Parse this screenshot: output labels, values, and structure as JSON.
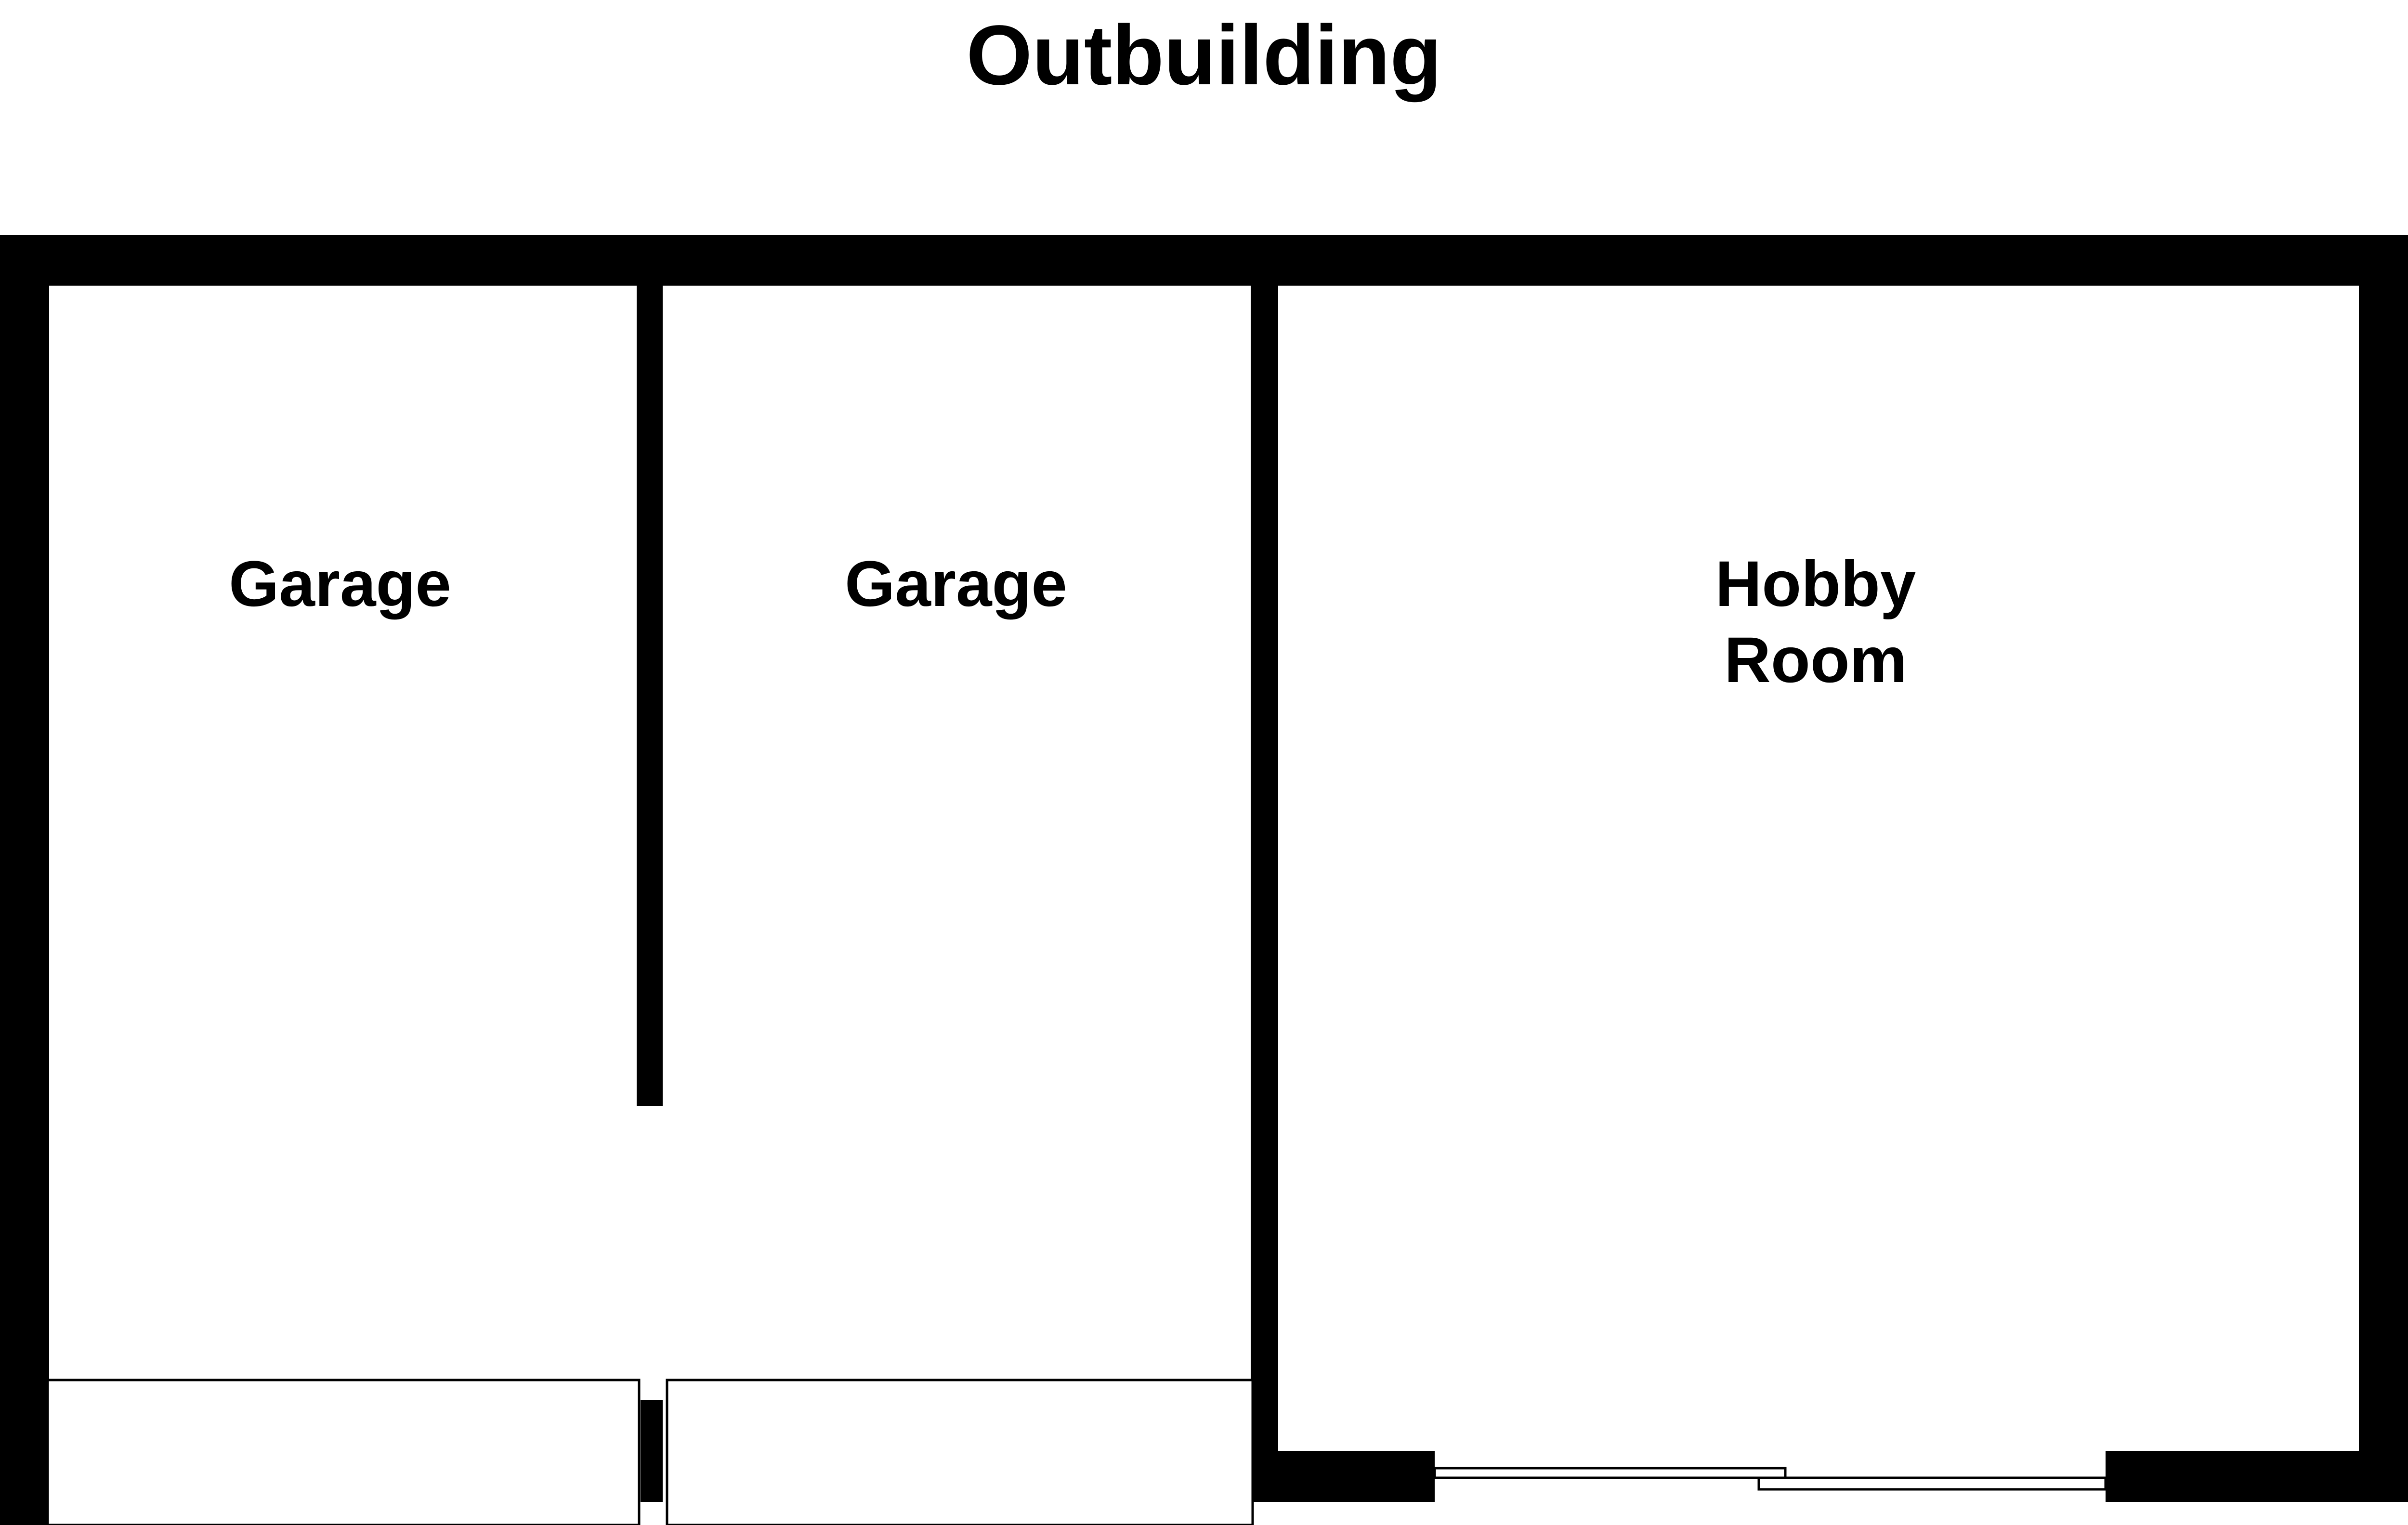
{
  "plan": {
    "title": "Outbuilding",
    "rooms": [
      {
        "id": "garage-left",
        "lines": [
          "Garage"
        ]
      },
      {
        "id": "garage-right",
        "lines": [
          "Garage"
        ]
      },
      {
        "id": "hobby-room",
        "lines": [
          "Hobby",
          "Room"
        ]
      }
    ],
    "colors": {
      "wall": "#000000",
      "background": "#ffffff"
    }
  }
}
